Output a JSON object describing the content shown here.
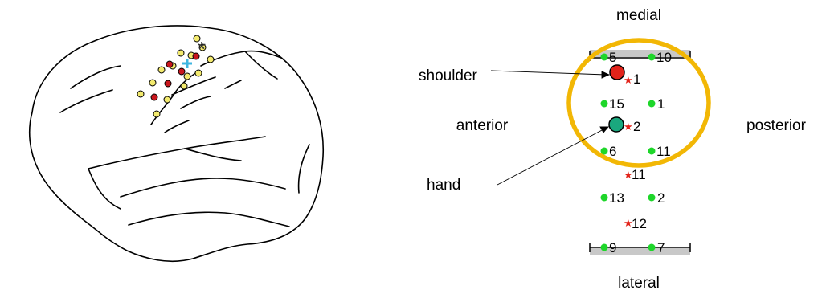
{
  "labels": {
    "medial": "medial",
    "lateral": "lateral",
    "anterior": "anterior",
    "posterior": "posterior",
    "shoulder": "shoulder",
    "hand": "hand",
    "asterisk": "*"
  },
  "site_numbers": {
    "top_left": "5",
    "top_right": "10",
    "star_1": "1",
    "row2_left": "15",
    "row2_right": "1",
    "star_2": "2",
    "row3_left": "6",
    "row3_right": "11",
    "star_3": "11",
    "row4_left": "13",
    "row4_right": "2",
    "star_4": "12",
    "bottom_left": "9",
    "bottom_right": "7"
  },
  "colors": {
    "outline": "#000000",
    "yellow_dot": "#f3ea6e",
    "red_dot": "#c8161d",
    "cyan_cross": "#3fb6e0",
    "green_site": "#1ed62a",
    "red_star": "#e2231a",
    "gold_ring": "#f2b705",
    "teal_marker": "#1aa87e",
    "electrode_bar": "#c8c8c8"
  }
}
